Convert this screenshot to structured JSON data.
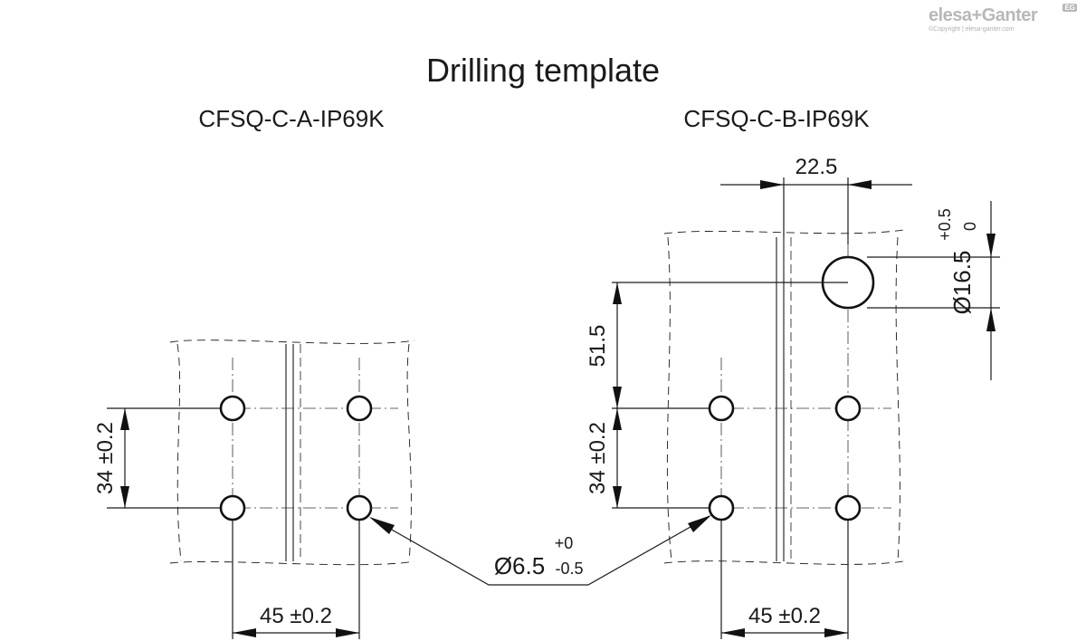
{
  "title": "Drilling template",
  "logo": {
    "brand": "elesa+Ganter",
    "badge": "EG",
    "copyright": "©Copyright | elesa-ganter.com"
  },
  "left_view": {
    "label": "CFSQ-C-A-IP69K",
    "dim_vertical": "34 ±0.2",
    "dim_horizontal": "45 ±0.2"
  },
  "right_view": {
    "label": "CFSQ-C-B-IP69K",
    "dim_top": "22.5",
    "dim_vertical_upper": "51.5",
    "dim_vertical_lower": "34 ±0.2",
    "dim_horizontal": "45 ±0.2",
    "big_hole_diameter": "Ø16.5",
    "big_hole_tol_upper": "+0.5",
    "big_hole_tol_lower": "0"
  },
  "small_hole_callout": {
    "diameter": "Ø6.5",
    "tol_upper": "+0",
    "tol_lower": "-0.5"
  }
}
